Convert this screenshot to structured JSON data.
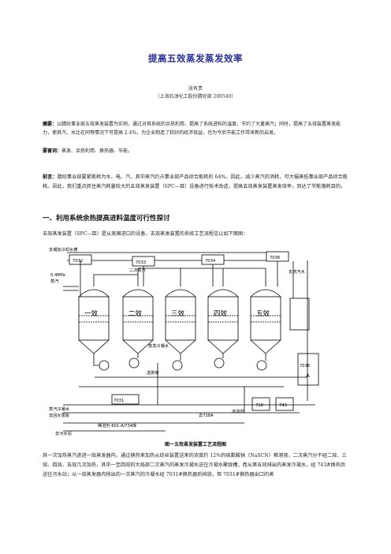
{
  "title": "提高五效蒸发蒸发效率",
  "author": "张有贵",
  "affiliation": "（上海石油化工股份腈纶部 200540）",
  "abstract": {
    "label": "摘要：",
    "text": "以腈纶事业部五效蒸发装置为实例，通过对其系统的余热利用，提高了系统进料的温度，节约了大量蒸汽；同时，提高了五效装置蒸发能力，使其汽、水比在同等情况下可提高 2.4%，为企业制造了较好的经济效益，也为今后节能工作带来新的启发。"
  },
  "keywords": {
    "label": "要害词：",
    "text": "蒸发、余热利用、换热器、节能。"
  },
  "intro": {
    "label": "前言：",
    "text": "腈纶事业部要紧能耗为水、电、汽，其中蒸汽约占事业部产品综合能耗的 64%。因此，减少蒸汽的消耗，可大幅蒸低事业部产品综合能耗。因此，我们重点抓住蒸汽耗量较大的五效蒸发装置（SPC—Ⅲ）设备进行技术改造，提高五效蒸发装置蒸发效率，到达了节能落耗目的。"
  },
  "section1": {
    "heading": "一、利用系统余热提高进料温度可行性探讨",
    "text": "五效蒸发装置（SPC—Ⅲ）是从美国进口的设备，五效蒸发装置的系统工艺流程见以如下面图："
  },
  "figure": {
    "caption": "图一五效蒸发装置工艺流程图",
    "labels": {
      "cooling_return": "去凝加冷却水槽",
      "steam_pressure": "0.4MPa",
      "steam": "蒸汽",
      "secondary_steam": "二次蒸汽",
      "to_wash": "去洗汽水",
      "effect1": "一效",
      "effect2": "二效",
      "effect3": "三效",
      "effect4": "四效",
      "effect5": "五效",
      "steam_condensate": "蒸发冷凝水",
      "discharge": "送剥架",
      "condensate_water": "蒸汽冷凝水",
      "to_boiler": "去回水泵房",
      "to_tank": "去728A",
      "dilute": "稀溶剂 601-A/734库",
      "to_water_station": "去污水站",
      "hex_7032": "7032",
      "hex_7033": "7033",
      "hex_7034": "7034",
      "hex_7035": "7036",
      "hex_7031": "7031",
      "tank_7036": "7036",
      "tank_7036_sub": "A",
      "tank_718": "718",
      "tank_743": "743",
      "tank_label": "浓溶剂"
    }
  },
  "body2": {
    "text": "其一次加热蒸汽进进一效蒸发器内，通过换热来加热从纺丝装置送来的浓度约 12%的硫氰酸钠（NaSCN）稀溶液，二次蒸汽分不经二效、三效、四效、五效几次加热，其中一至四效的大局部二次蒸汽的蒸发冷凝水送往冷凝水聚拢槽，而从第五效排出的蒸发冷凝水，经 743#换热后送往污水站；从一效蒸发器内排出的一次蒸汽的冷凝水经 7031#换热器后排放。但 7031#换热器出口的蒸"
  }
}
